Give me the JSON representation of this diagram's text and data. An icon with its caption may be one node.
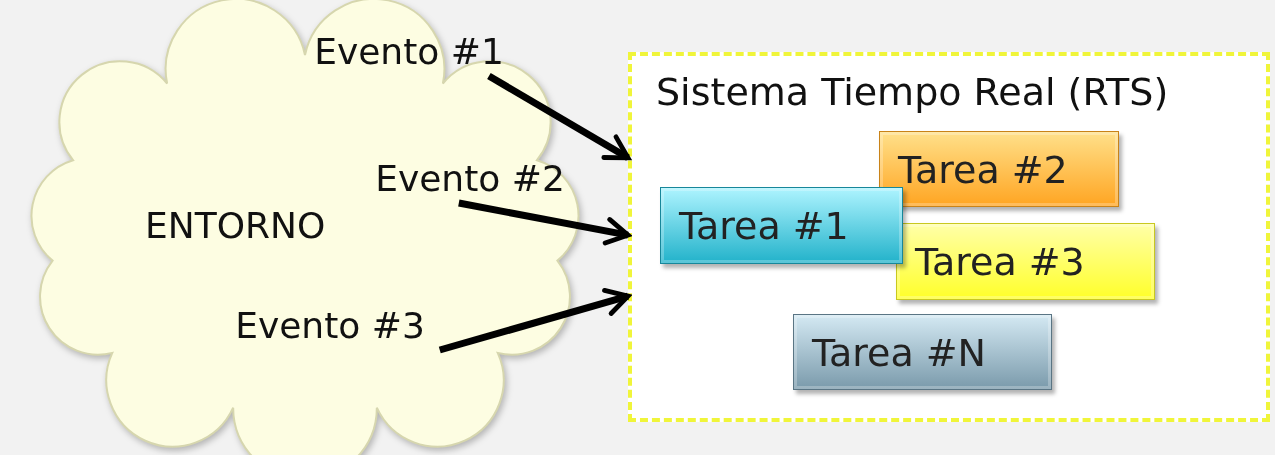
{
  "diagram": {
    "nodes": [
      {
        "text": [
          "ENTORNO"
        ]
      },
      {
        "text": [
          "Evento #1"
        ],
        "in": 0
      },
      {
        "text": [
          "Evento #2"
        ],
        "in": 0
      },
      {
        "text": [
          "Evento #3"
        ],
        "in": 0
      },
      {
        "text": [
          "Sistema Tiempo Real (RTS)"
        ]
      },
      {
        "text": [
          "Tarea #2"
        ],
        "in": 4
      },
      {
        "text": [
          "Tarea #1"
        ],
        "in": 4
      },
      {
        "text": [
          "Tarea #3"
        ],
        "in": 4
      },
      {
        "text": [
          "Tarea #N"
        ],
        "in": 4
      }
    ],
    "edges": [
      {
        "from": 1,
        "to": 4,
        "arrow": "to"
      },
      {
        "from": 2,
        "to": 4,
        "arrow": "to"
      },
      {
        "from": 3,
        "to": 4,
        "arrow": "to"
      }
    ]
  }
}
